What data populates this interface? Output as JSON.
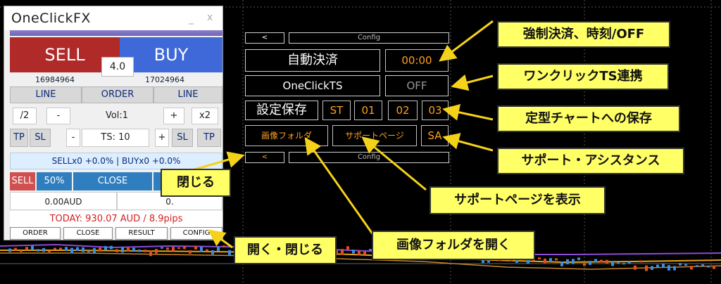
{
  "panel": {
    "title": "OneClickFX",
    "minimize": "_",
    "close": "x",
    "sell_label": "SELL",
    "buy_label": "BUY",
    "lot": "4.0",
    "sell_price": "16984964",
    "buy_price": "17024964",
    "line_left": "LINE",
    "order": "ORDER",
    "line_right": "LINE",
    "half": "/2",
    "minus": "-",
    "vol": "Vol:1",
    "plus": "+",
    "double": "x2",
    "tp_left": "TP",
    "sl_left": "SL",
    "ts_minus": "-",
    "ts": "TS: 10",
    "ts_plus": "+",
    "sl_right": "SL",
    "tp_right": "TP",
    "position_info": "SELLx0 +0.0% | BUYx0 +0.0%",
    "close_sell": "SELL",
    "close_pct": "50%",
    "close_label": "CLOSE",
    "amount_left": "0.00AUD",
    "amount_right": "0.",
    "today": "TODAY: 930.07 AUD / 8.9pips",
    "tabs": [
      "ORDER",
      "CLOSE",
      "RESULT",
      "CONFIG"
    ]
  },
  "config": {
    "back_top": "<",
    "header_top": "Config",
    "auto_settle": "自動決済",
    "auto_time": "00:00",
    "oneclick_ts": "OneClickTS",
    "ts_state": "OFF",
    "save_label": "設定保存",
    "slot_st": "ST",
    "slot_01": "01",
    "slot_02": "02",
    "slot_03": "03",
    "image_folder": "画像フォルダ",
    "support_page": "サポートページ",
    "sa": "SA",
    "back_bottom": "<",
    "header_bottom": "Config"
  },
  "callouts": {
    "forced_settle": "強制決済、時刻/OFF",
    "oneclick_ts_link": "ワンクリックTS連携",
    "save_template": "定型チャートへの保存",
    "support_assistance": "サポート・アシスタンス",
    "close": "閉じる",
    "show_support": "サポートページを表示",
    "open_close": "開く・閉じる",
    "open_image_folder": "画像フォルダを開く"
  },
  "colors": {
    "sell": "#b02a2a",
    "buy": "#3f68d8",
    "config_accent": "#ffa020",
    "callout": "#ffff66",
    "arrow": "#f5d21a"
  }
}
